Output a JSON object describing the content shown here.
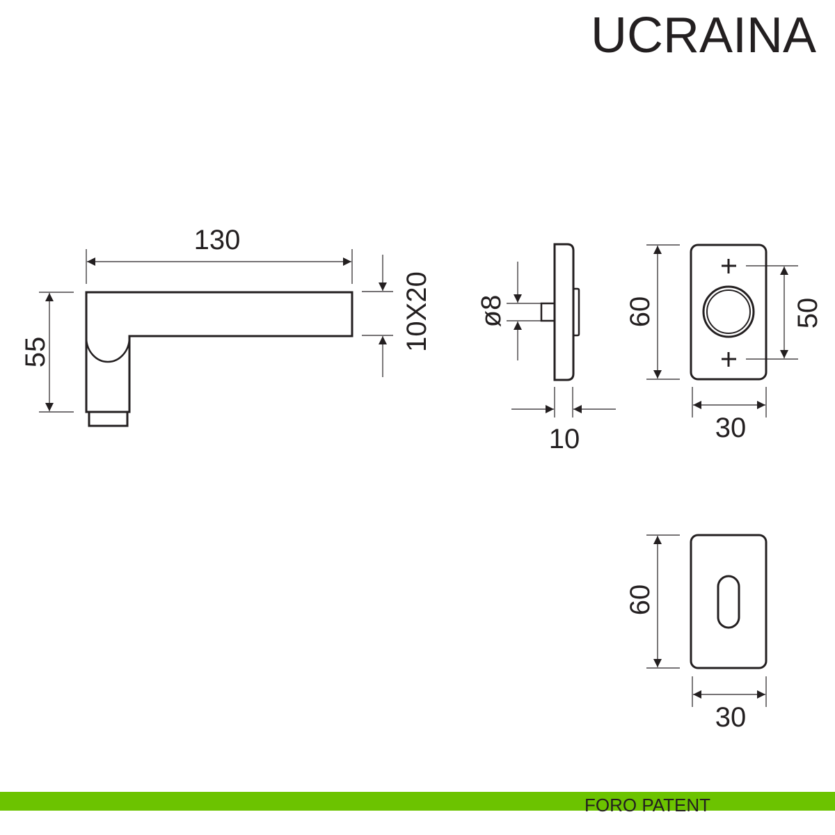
{
  "title": "UCRAINA",
  "handle": {
    "length": "130",
    "height": "55",
    "section": "10X20"
  },
  "spindle_view": {
    "diameter": "ø8",
    "thickness": "10"
  },
  "rose": {
    "height": "60",
    "hole_spacing": "50",
    "width": "30"
  },
  "escutcheon": {
    "height": "60",
    "width": "30"
  },
  "footer": {
    "label": "FORO PATENT",
    "color": "#6cc300"
  }
}
